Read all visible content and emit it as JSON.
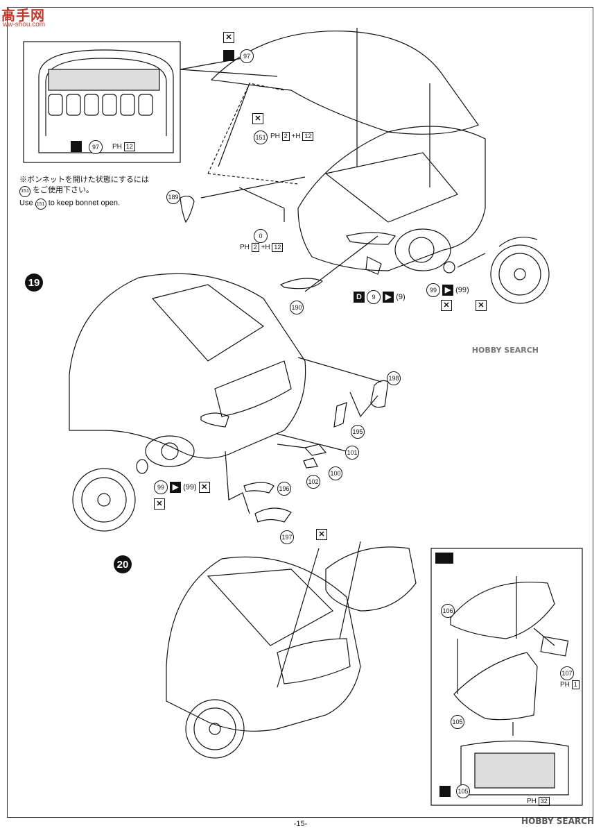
{
  "watermark": {
    "logo": "高手网",
    "sub": "ww-shou.com",
    "bottom": "HOBBY SEARCH",
    "mid": "HOBBY SEARCH"
  },
  "page_number": "-15-",
  "inset_top": {
    "part": "97",
    "paint": "PH",
    "paint_code": "12"
  },
  "bonnet_note": {
    "jp_line1": "※ボンネットを開けた状態にするには",
    "jp_line2": "をご使用下さい。",
    "jp_part": "151",
    "en_prefix": "Use",
    "en_part": "151",
    "en_suffix": "to keep bonnet open."
  },
  "steps": {
    "s19": "19",
    "s20": "20"
  },
  "parts": {
    "p97a": "97",
    "p151": "151",
    "p151_paint_a": "PH",
    "p151_code_a": "2",
    "p151_plus": "+H",
    "p151_code_b": "12",
    "p189": "189",
    "p0": "0",
    "p0_paint": "PH",
    "p0_code_a": "2",
    "p0_plus": "+H",
    "p0_code_b": "12",
    "p190": "190",
    "d_label": "D",
    "p9a": "9",
    "p9b": "(9)",
    "p99r": "99",
    "p99r_b": "(99)",
    "p198": "198",
    "p195": "195",
    "p101": "101",
    "p100": "100",
    "p102": "102",
    "p99l": "99",
    "p99l_b": "(99)",
    "p196": "196",
    "p197": "197",
    "p106": "106",
    "p107": "107",
    "p107_paint": "PH",
    "p107_code": "1",
    "p105a": "105",
    "p105b": "105",
    "p105_paint": "PH",
    "p105_code": "32"
  }
}
